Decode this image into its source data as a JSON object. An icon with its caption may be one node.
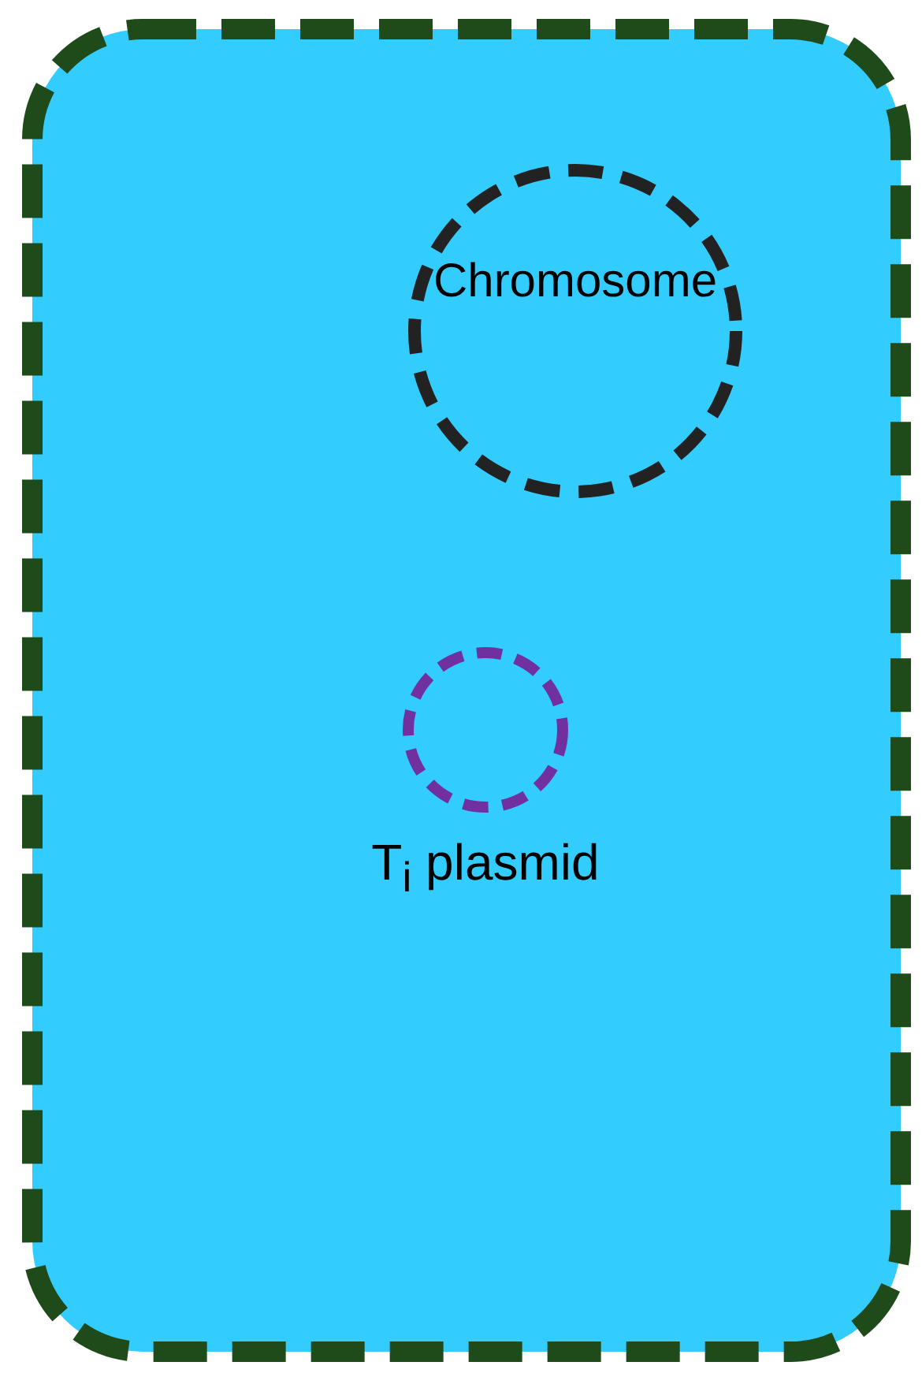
{
  "diagram": {
    "nodes": [
      {
        "text": [],
        "shape": "box"
      },
      {
        "text": [
          "Chromosome"
        ],
        "in": 0
      },
      {
        "text": [
          "T$_{i}$ plasmid"
        ],
        "in": 0
      }
    ]
  }
}
